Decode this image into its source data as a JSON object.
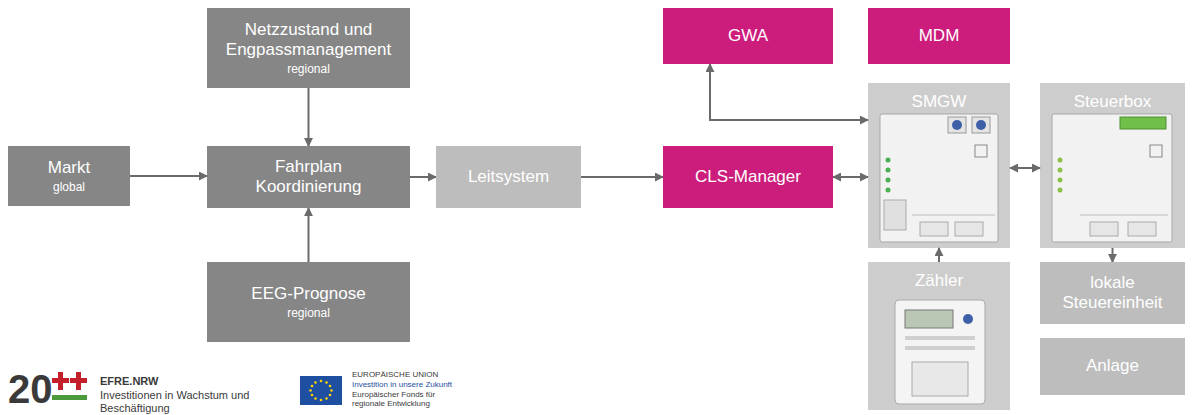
{
  "diagram": {
    "nodes": [
      {
        "text": [
          "Markt",
          "global"
        ]
      },
      {
        "text": [
          "Netzzustand und Engpassmanagement",
          "regional"
        ]
      },
      {
        "text": [
          "Fahrplan Koordinierung"
        ]
      },
      {
        "text": [
          "EEG-Prognose",
          "regional"
        ]
      },
      {
        "text": [
          "Leitsystem"
        ]
      },
      {
        "text": [
          "CLS-Manager"
        ]
      },
      {
        "text": [
          "GWA"
        ]
      },
      {
        "text": [
          "MDM"
        ]
      },
      {
        "text": [
          "SMGW"
        ]
      },
      {
        "text": [
          "Zähler"
        ]
      },
      {
        "text": [
          "Steuerbox"
        ]
      },
      {
        "text": [
          "lokale Steuereinheit"
        ]
      },
      {
        "text": [
          "Anlage"
        ]
      }
    ],
    "edges": [
      {
        "from": 0,
        "to": 2,
        "arrow": "to"
      },
      {
        "from": 1,
        "to": 2,
        "arrow": "to"
      },
      {
        "from": 3,
        "to": 2,
        "arrow": "to"
      },
      {
        "from": 2,
        "to": 4,
        "arrow": "to"
      },
      {
        "from": 4,
        "to": 5,
        "arrow": "to"
      },
      {
        "from": 5,
        "to": 8,
        "arrow": "both"
      },
      {
        "from": 6,
        "to": 8,
        "arrow": "both"
      },
      {
        "from": 9,
        "to": 8,
        "arrow": "to"
      },
      {
        "from": 8,
        "to": 10,
        "arrow": "both"
      },
      {
        "from": 10,
        "to": 11,
        "arrow": "to"
      }
    ],
    "labels": [
      "20",
      "EFRE.NRW",
      "Investitionen in Wachstum und Beschäftigung",
      "EUROPÄISCHE UNION",
      "Investition in unsere Zukunft",
      "Europäischer Fonds für regionale Entwicklung"
    ]
  }
}
